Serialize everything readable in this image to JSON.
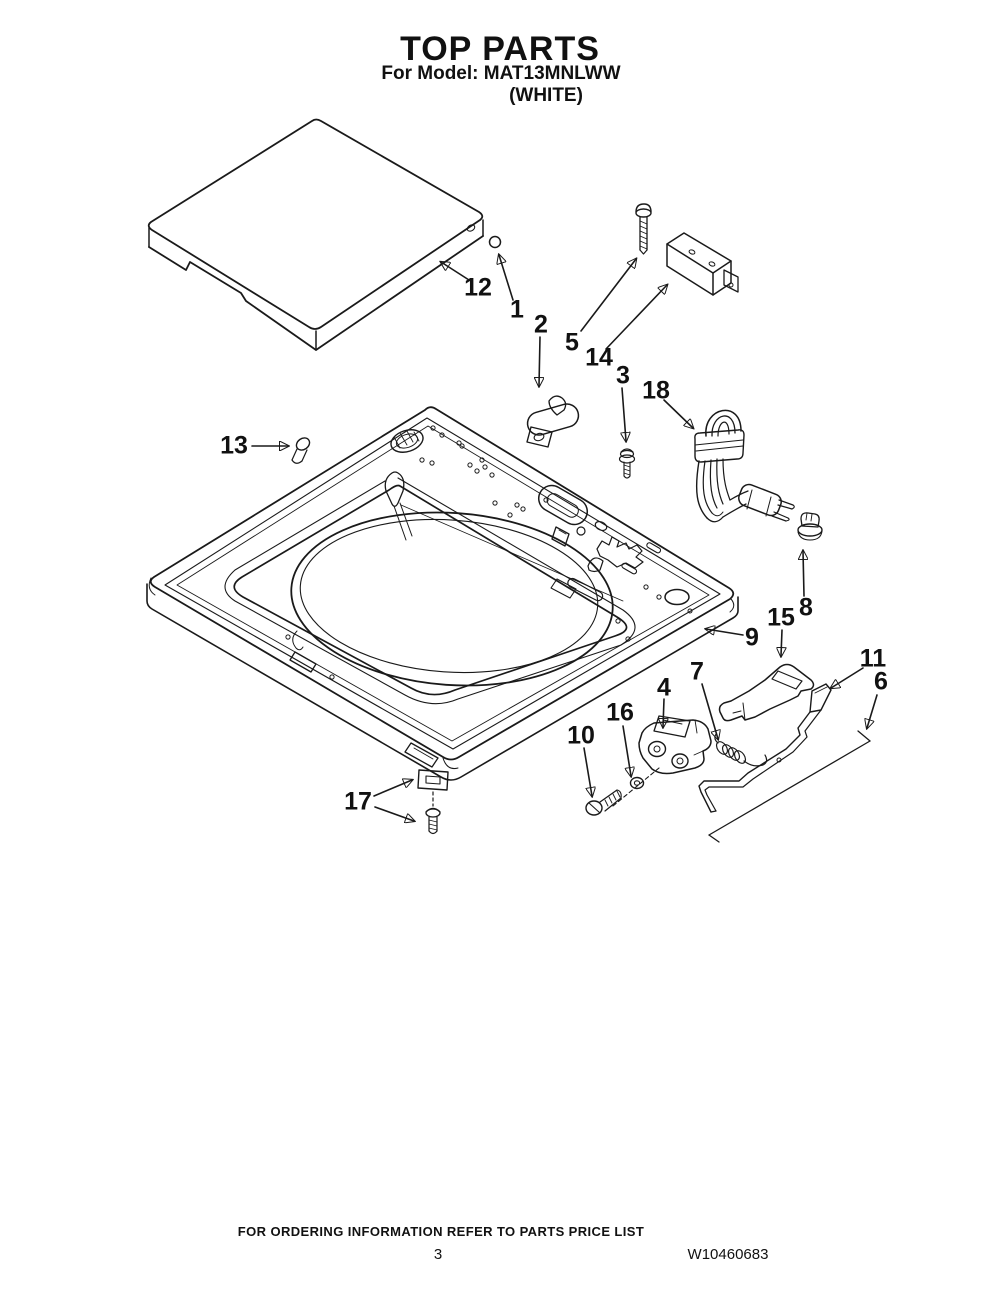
{
  "header": {
    "title": "TOP PARTS",
    "model_line": "For Model: MAT13MNLWW",
    "finish_line": "(WHITE)"
  },
  "footer": {
    "ordering_note": "FOR ORDERING INFORMATION REFER TO PARTS PRICE LIST",
    "page_number": "3",
    "document_number": "W10460683"
  },
  "diagram": {
    "description": "Exploded line-art view of washing machine top parts",
    "line_color": "#1a1a1a",
    "background_color": "#ffffff",
    "callouts": [
      {
        "label": "1"
      },
      {
        "label": "2"
      },
      {
        "label": "3"
      },
      {
        "label": "4"
      },
      {
        "label": "5"
      },
      {
        "label": "6"
      },
      {
        "label": "7"
      },
      {
        "label": "8"
      },
      {
        "label": "9"
      },
      {
        "label": "10"
      },
      {
        "label": "11"
      },
      {
        "label": "12"
      },
      {
        "label": "13"
      },
      {
        "label": "14"
      },
      {
        "label": "15"
      },
      {
        "label": "16"
      },
      {
        "label": "17"
      },
      {
        "label": "18"
      }
    ]
  }
}
